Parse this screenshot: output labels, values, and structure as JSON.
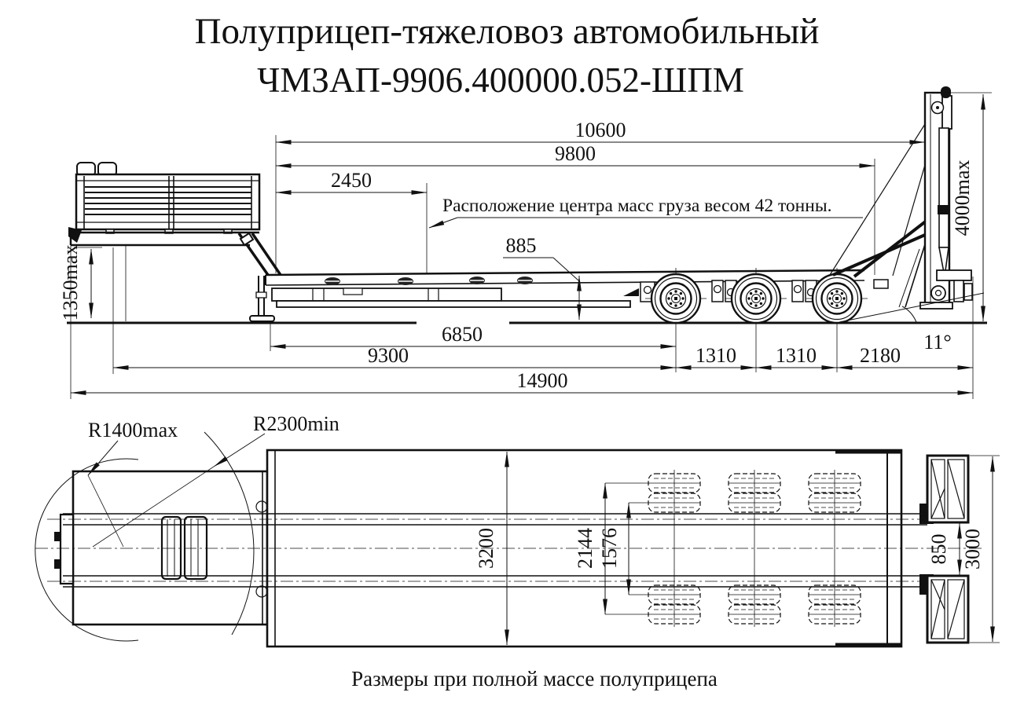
{
  "title": {
    "line1": "Полуприцеп-тяжеловоз автомобильный",
    "line2": "ЧМЗАП-9906.400000.052-ШПМ"
  },
  "caption": "Размеры при полной массе полуприцепа",
  "side": {
    "note_cg": "Расположение центра масс груза весом 42 тонны.",
    "dim_overall_top": "10600",
    "dim_platform": "9800",
    "dim_cg": "2450",
    "dim_deck_height": "885",
    "dim_deck_length": "6850",
    "dim_kingpin_axle": "9300",
    "dim_axle_1": "1310",
    "dim_axle_2": "1310",
    "dim_rear_overhang": "2180",
    "dim_overall_length": "14900",
    "dim_ramp_angle": "11°",
    "dim_front_height": "1350max",
    "dim_mast_height": "4000max"
  },
  "plan": {
    "dim_radius_max": "R1400max",
    "dim_radius_min": "R2300min",
    "dim_width": "3200",
    "dim_track_outer": "2144",
    "dim_track_inner": "1576",
    "dim_ramp_gap": "850",
    "dim_ramps_width": "3000"
  }
}
